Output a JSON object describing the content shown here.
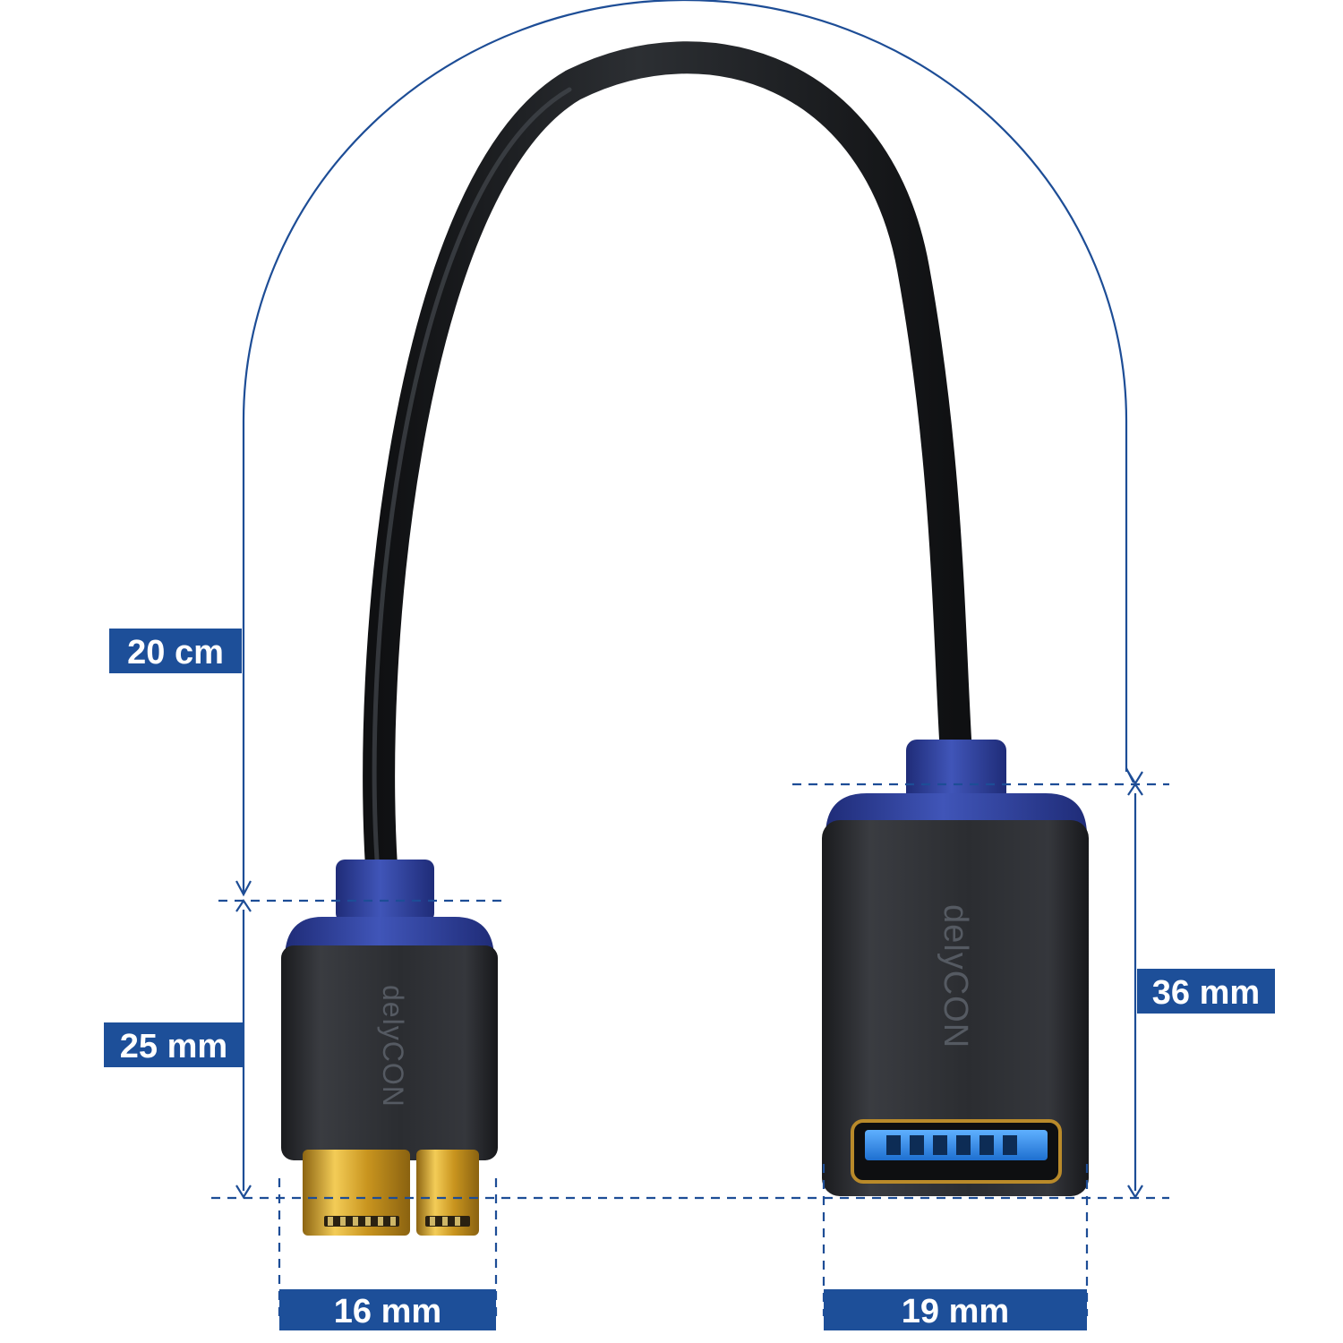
{
  "dimensions": {
    "cable_length": "20 cm",
    "micro_b_plug_length": "25 mm",
    "usb_a_socket_length": "36 mm",
    "micro_b_plug_width": "16 mm",
    "usb_a_socket_width": "19 mm"
  },
  "brand": {
    "name": "delyCON"
  },
  "colors": {
    "dimension_blue": "#1d4d96",
    "label_blue": "#1d4f99",
    "cable_black": "#1d1f22",
    "housing_black": "#2b2d31",
    "accent_blue": "#3143a0",
    "gold": "#d4a52a",
    "port_blue": "#2e86de"
  }
}
